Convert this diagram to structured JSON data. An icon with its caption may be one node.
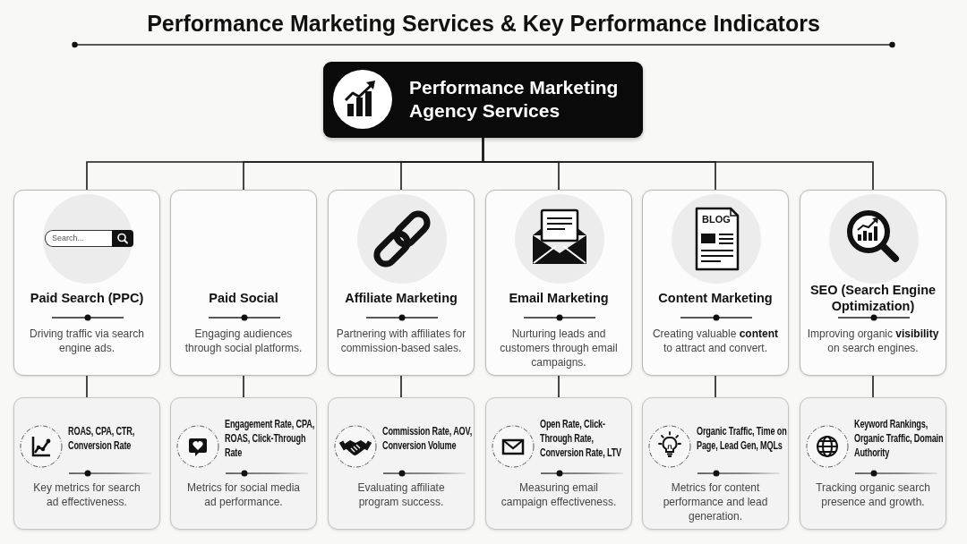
{
  "diagram": {
    "title": "Performance Marketing Services & Key Performance Indicators",
    "nodes": [
      {
        "text": [
          "Performance Marketing Agency Services"
        ]
      },
      {
        "text": [
          "Paid Search (PPC)",
          "Driving traffic via search engine ads."
        ]
      },
      {
        "text": [
          "Paid Social",
          "Engaging audiences through social platforms."
        ]
      },
      {
        "text": [
          "Affiliate Marketing",
          "Partnering with affiliates for commission-based sales."
        ]
      },
      {
        "text": [
          "Email Marketing",
          "Nurturing leads and customers through email campaigns."
        ]
      },
      {
        "text": [
          "Content Marketing",
          "Creating valuable **content** to attract and convert."
        ]
      },
      {
        "text": [
          "SEO (Search Engine Optimization)",
          "Improving organic **visibility** on search engines."
        ]
      },
      {
        "text": [
          "ROAS, CPA, CTR, Conversion Rate",
          "Key metrics for search ad effectiveness."
        ]
      },
      {
        "text": [
          "Engagement Rate, CPA, ROAS, Click-Through Rate",
          "Metrics for social media ad performance."
        ]
      },
      {
        "text": [
          "Commission Rate, AOV, Conversion Volume",
          "Evaluating affiliate program success."
        ]
      },
      {
        "text": [
          "Open Rate, Click-Through Rate, Conversion Rate, LTV",
          "Measuring email campaign effectiveness."
        ]
      },
      {
        "text": [
          "Organic Traffic, Time on Page, Lead Gen, MQLs",
          "Metrics for content performance and lead generation."
        ]
      },
      {
        "text": [
          "Keyword Rankings, Organic Traffic, Domain Authority",
          "Tracking organic search presence and growth."
        ]
      }
    ],
    "edges": [
      {
        "from": 0,
        "to": 1,
        "arrow": "none"
      },
      {
        "from": 0,
        "to": 2,
        "arrow": "none"
      },
      {
        "from": 0,
        "to": 3,
        "arrow": "none"
      },
      {
        "from": 0,
        "to": 4,
        "arrow": "none"
      },
      {
        "from": 0,
        "to": 5,
        "arrow": "none"
      },
      {
        "from": 0,
        "to": 6,
        "arrow": "none"
      },
      {
        "from": 1,
        "to": 7,
        "arrow": "none"
      },
      {
        "from": 2,
        "to": 8,
        "arrow": "none"
      },
      {
        "from": 3,
        "to": 9,
        "arrow": "none"
      },
      {
        "from": 4,
        "to": 10,
        "arrow": "none"
      },
      {
        "from": 5,
        "to": 11,
        "arrow": "none"
      },
      {
        "from": 6,
        "to": 12,
        "arrow": "none"
      }
    ],
    "labels": [
      "Search...",
      "BLOG"
    ]
  }
}
